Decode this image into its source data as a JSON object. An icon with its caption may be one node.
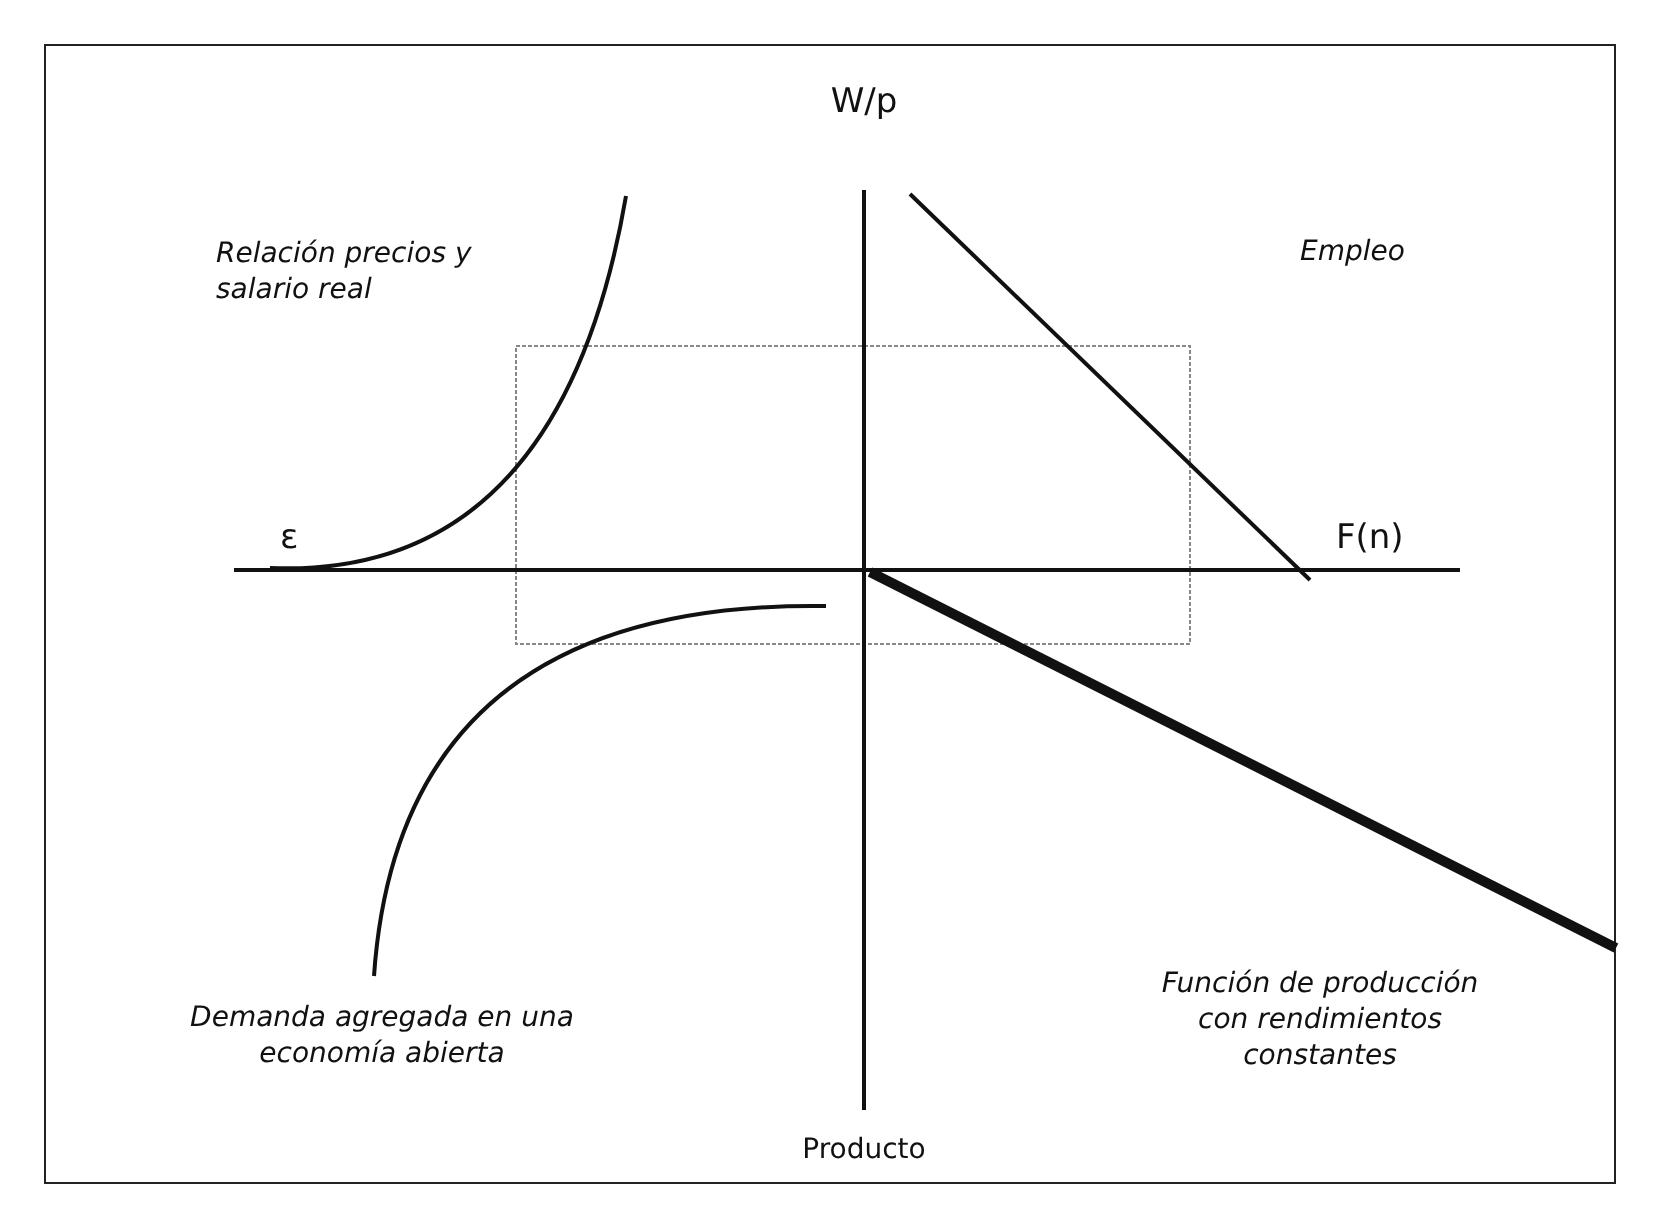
{
  "diagram": {
    "labels": [
      "W/p",
      "Relación precios y salario real",
      "Empleo",
      "ε",
      "F(n)",
      "Función de producción con rendimientos constantes",
      "Demanda agregada en una economía abierta",
      "Producto"
    ]
  }
}
